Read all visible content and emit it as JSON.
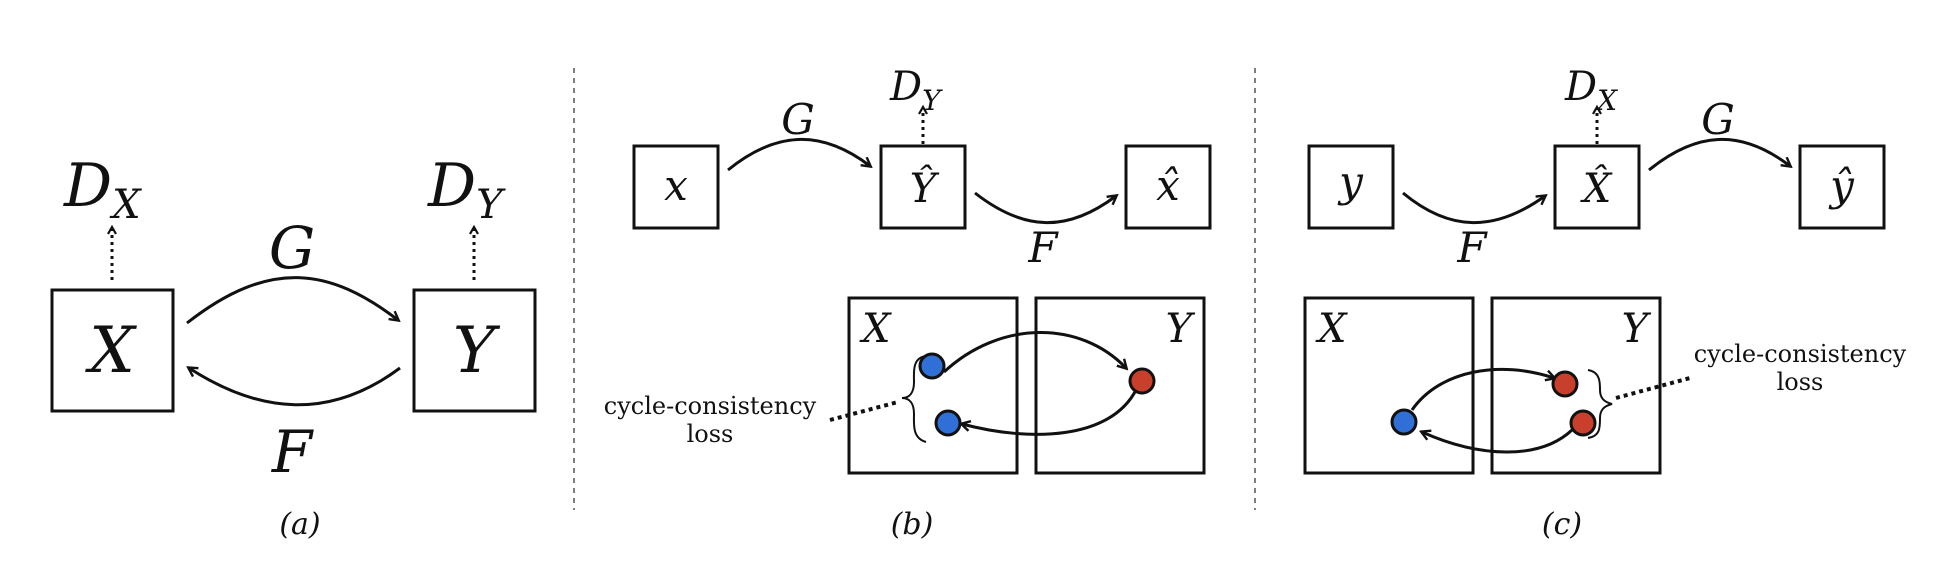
{
  "colors": {
    "blue": "#2f6fd6",
    "red": "#c8402c",
    "stroke": "#111111"
  },
  "panel_a": {
    "caption": "(a)",
    "discriminator_x": {
      "base": "D",
      "sub": "X"
    },
    "discriminator_y": {
      "base": "D",
      "sub": "Y"
    },
    "domain_x": "X",
    "domain_y": "Y",
    "forward_label": "G",
    "backward_label": "F"
  },
  "panel_b": {
    "caption": "(b)",
    "input": "x",
    "mapped": "Ŷ",
    "reconstructed": "x̂",
    "forward_label": "G",
    "backward_label": "F",
    "discriminator": {
      "base": "D",
      "sub": "Y"
    },
    "domain_x": "X",
    "domain_y": "Y",
    "loss_label_line1": "cycle-consistency",
    "loss_label_line2": "loss"
  },
  "panel_c": {
    "caption": "(c)",
    "input": "y",
    "mapped": "X̂",
    "reconstructed": "ŷ",
    "forward_label": "F",
    "backward_label": "G",
    "discriminator": {
      "base": "D",
      "sub": "X"
    },
    "domain_x": "X",
    "domain_y": "Y",
    "loss_label_line1": "cycle-consistency",
    "loss_label_line2": "loss"
  }
}
